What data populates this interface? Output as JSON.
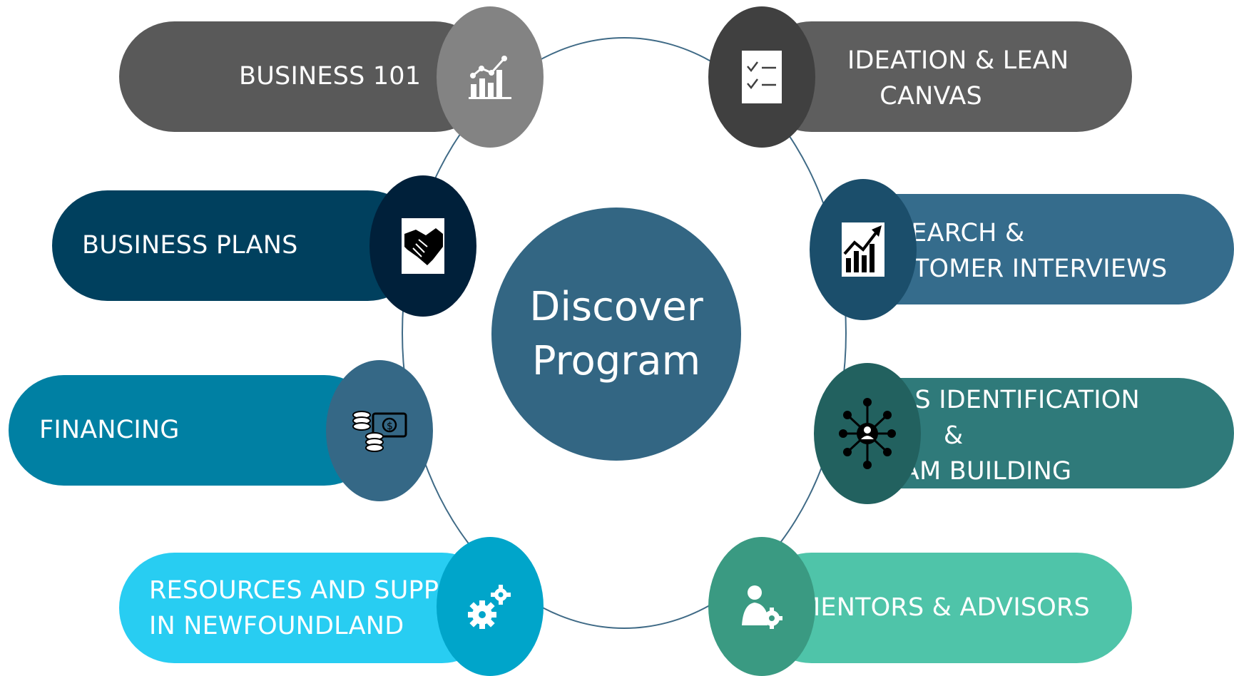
{
  "center": {
    "title": "Discover\nProgram"
  },
  "items": [
    {
      "label": "BUSINESS 101",
      "icon": "bar-chart-trend-icon",
      "pill_color": "#595959",
      "badge_color": "#838383"
    },
    {
      "label": "BUSINESS PLANS",
      "icon": "handshake-icon",
      "pill_color": "#00405e",
      "badge_color": "#00203a"
    },
    {
      "label": "FINANCING",
      "icon": "coins-and-cash-icon",
      "pill_color": "#0080a3",
      "badge_color": "#356886"
    },
    {
      "label": "RESOURCES AND SUPPORT\nIN NEWFOUNDLAND",
      "icon": "gears-icon",
      "pill_color": "#28cdf2",
      "badge_color": "#00a5ca"
    },
    {
      "label": "IDEATION & LEAN\n    CANVAS",
      "icon": "checklist-icon",
      "pill_color": "#5e5e5e",
      "badge_color": "#404040"
    },
    {
      "label": "RESEARCH &\nCUSTOMER INTERVIEWS",
      "icon": "growth-chart-icon",
      "pill_color": "#356c8c",
      "badge_color": "#1b4e6b"
    },
    {
      "label": "SKILLS IDENTIFICATION\n            &\n   TEAM BUILDING",
      "icon": "network-person-icon",
      "pill_color": "#2f7a7a",
      "badge_color": "#22615f"
    },
    {
      "label": "MENTORS & ADVISORS",
      "icon": "person-gear-icon",
      "pill_color": "#4fc4a9",
      "badge_color": "#3a9a82"
    }
  ]
}
